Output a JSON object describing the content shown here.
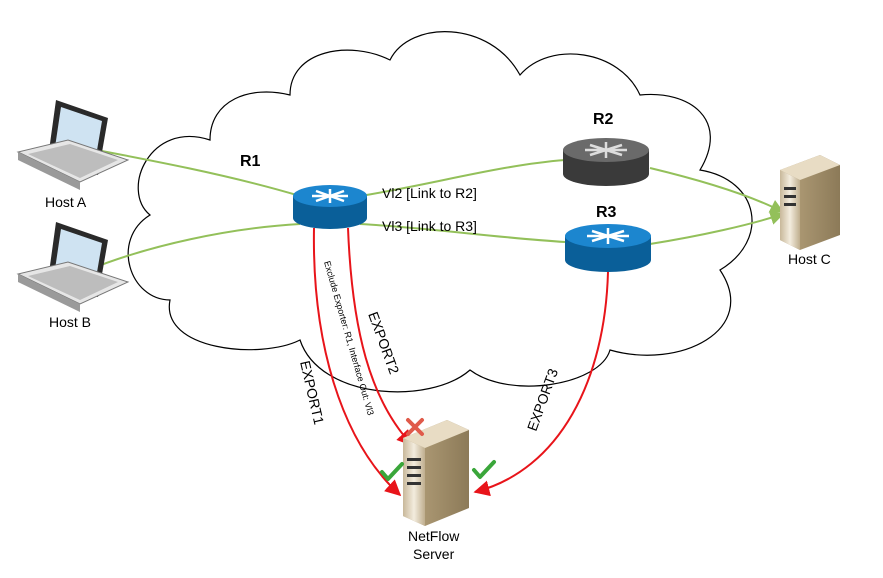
{
  "nodes": {
    "host_a": "Host A",
    "host_b": "Host B",
    "host_c": "Host C",
    "r1": "R1",
    "r2": "R2",
    "r3": "R3",
    "netflow_line1": "NetFlow",
    "netflow_line2": "Server"
  },
  "interfaces": {
    "vl2": "Vl2 [Link to R2]",
    "vl3": "Vl3 [Link to R3]"
  },
  "exports": {
    "export1": "EXPORT1",
    "export2": "EXPORT2",
    "export3": "EXPORT3",
    "exclude_rule": "Exclude Exporter: R1, Interface Out: Vl3"
  },
  "colors": {
    "green_link": "#93c05a",
    "red_flow": "#e8141a",
    "router_blue": "#0e73b8",
    "router_gray": "#505050",
    "check_green": "#3aa63a",
    "cross_red": "#e05a4a"
  },
  "icons": {
    "status_export1": "check-icon",
    "status_export2": "cross-icon",
    "status_export3": "check-icon"
  }
}
